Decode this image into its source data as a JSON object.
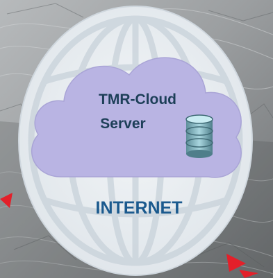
{
  "cloud": {
    "title_line1": "TMR-Cloud",
    "title_line2": "Server"
  },
  "globe": {
    "label": "INTERNET"
  },
  "icons": {
    "database": "database-icon",
    "globe": "globe-icon",
    "cloud": "cloud-icon",
    "arrow": "red-arrow-icon"
  },
  "colors": {
    "cloud_fill": "#b9b4e3",
    "globe_fill": "#e7ebee",
    "globe_lines": "#c8d2da",
    "internet_text": "#1b5a8e",
    "server_text": "#1d3f58",
    "arrow_red": "#e3202a",
    "database_teal": "#8fc3cf"
  }
}
